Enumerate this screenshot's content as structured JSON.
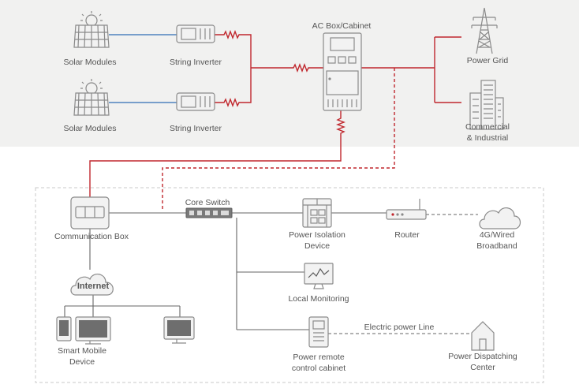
{
  "labels": {
    "solar_modules_1": "Solar Modules",
    "solar_modules_2": "Solar Modules",
    "string_inverter_1": "String Inverter",
    "string_inverter_2": "String Inverter",
    "ac_box": "AC Box/Cabinet",
    "power_grid": "Power Grid",
    "commercial_1": "Commercial",
    "commercial_2": "& Industrial",
    "comm_box": "Communication Box",
    "core_switch": "Core Switch",
    "isolation_1": "Power Isolation",
    "isolation_2": "Device",
    "router": "Router",
    "broadband_1": "4G/Wired",
    "broadband_2": "Broadband",
    "internet": "Internet",
    "local_monitoring": "Local Monitoring",
    "smart_mobile_1": "Smart Mobile",
    "smart_mobile_2": "Device",
    "remote_cabinet_1": "Power remote",
    "remote_cabinet_2": "control cabinet",
    "electric_line": "Electric power Line",
    "dispatching_1": "Power Dispatching",
    "dispatching_2": "Center"
  },
  "colors": {
    "power_line": "#c0272d",
    "dc_line": "#2f6db5",
    "comm_line": "#666666",
    "top_panel": "#f1f1f0",
    "icon_stroke": "#8a8a8a"
  },
  "icons": [
    "solar-panel-icon",
    "inverter-icon",
    "cabinet-icon",
    "transmission-tower-icon",
    "building-icon",
    "communication-box-icon",
    "switch-icon",
    "isolation-device-icon",
    "router-icon",
    "cloud-icon",
    "monitor-icon",
    "tablet-icon",
    "remote-cabinet-icon",
    "house-icon"
  ]
}
